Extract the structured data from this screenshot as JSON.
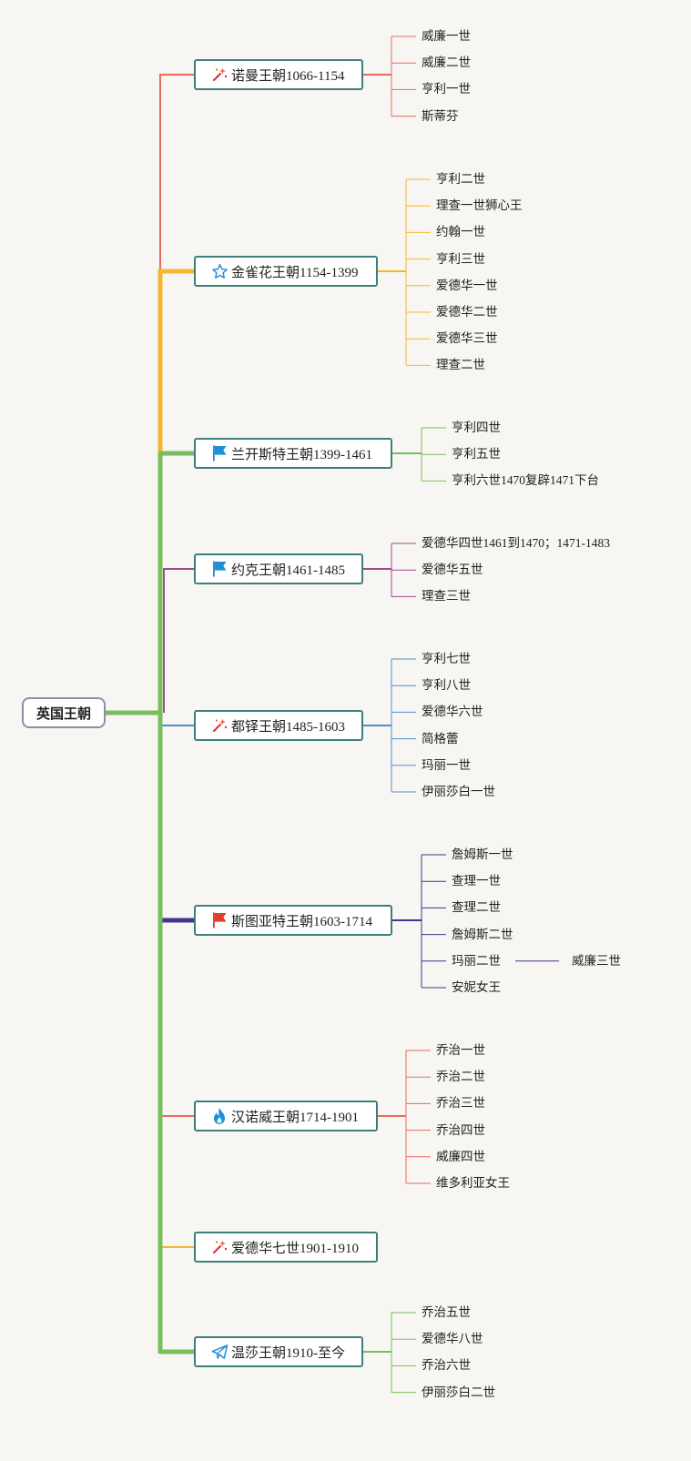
{
  "root": {
    "label": "英国王朝"
  },
  "dynasties": [
    {
      "label": "诺曼王朝1066-1154",
      "icon": "magic-wand-icon",
      "color": "#e56b5c",
      "children": [
        "威廉一世",
        "威廉二世",
        "亨利一世",
        "斯蒂芬"
      ]
    },
    {
      "label": "金雀花王朝1154-1399",
      "icon": "star-icon",
      "color": "#f5b731",
      "children": [
        "亨利二世",
        "理查一世狮心王",
        "约翰一世",
        "亨利三世",
        "爱德华一世",
        "爱德华二世",
        "爱德华三世",
        "理查二世"
      ]
    },
    {
      "label": "兰开斯特王朝1399-1461",
      "icon": "flag-icon",
      "color": "#78bf5b",
      "children": [
        "亨利四世",
        "亨利五世",
        "亨利六世1470复辟1471下台"
      ]
    },
    {
      "label": "约克王朝1461-1485",
      "icon": "flag-icon",
      "color": "#9b4b8e",
      "children": [
        "爱德华四世1461到1470；1471-1483",
        "爱德华五世",
        "理查三世"
      ]
    },
    {
      "label": "都铎王朝1485-1603",
      "icon": "magic-wand-icon",
      "color": "#4d8fd1",
      "children": [
        "亨利七世",
        "亨利八世",
        "爱德华六世",
        "简格蕾",
        "玛丽一世",
        "伊丽莎白一世"
      ]
    },
    {
      "label": "斯图亚特王朝1603-1714",
      "icon": "red-flag-icon",
      "color": "#45348c",
      "children": [
        "詹姆斯一世",
        "查理一世",
        "查理二世",
        "詹姆斯二世",
        "玛丽二世",
        "安妮女王"
      ],
      "sub": {
        "parent": "玛丽二世",
        "label": "威廉三世"
      }
    },
    {
      "label": "汉诺威王朝1714-1901",
      "icon": "flame-icon",
      "color": "#e56b5c",
      "children": [
        "乔治一世",
        "乔治二世",
        "乔治三世",
        "乔治四世",
        "威廉四世",
        "维多利亚女王"
      ]
    },
    {
      "label": "爱德华七世1901-1910",
      "icon": "magic-wand-icon",
      "color": "#f5b731",
      "children": []
    },
    {
      "label": "温莎王朝1910-至今",
      "icon": "paper-plane-icon",
      "color": "#78bf5b",
      "children": [
        "乔治五世",
        "爱德华八世",
        "乔治六世",
        "伊丽莎白二世"
      ]
    }
  ],
  "colors": {
    "trunk": "#78bf5b",
    "box_border": "#3f7f79",
    "root_border": "#8a8fa3",
    "background": "#f8f6f3"
  }
}
